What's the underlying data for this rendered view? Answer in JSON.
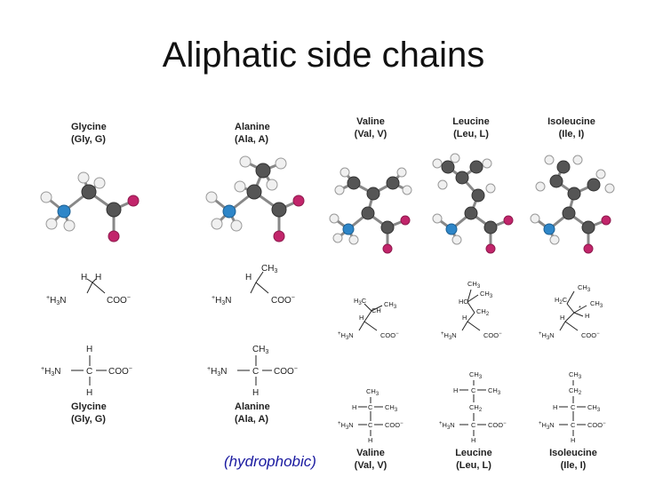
{
  "title": "Aliphatic side chains",
  "note": "(hydrophobic)",
  "amino_acids": [
    {
      "name": "Glycine",
      "abbr": "(Gly, G)"
    },
    {
      "name": "Alanine",
      "abbr": "(Ala, A)"
    },
    {
      "name": "Valine",
      "abbr": "(Val, V)"
    },
    {
      "name": "Leucine",
      "abbr": "(Leu, L)"
    },
    {
      "name": "Isoleucine",
      "abbr": "(Ile, I)"
    }
  ],
  "labels": {
    "h": "H",
    "c": "C",
    "ch": "CH",
    "ch2": "CH",
    "ch3": "CH",
    "hc": "HC",
    "h3c": "H",
    "h2c": "H",
    "n": "N",
    "coo": "COO",
    "sub2": "2",
    "sub3": "3",
    "plus": "+",
    "minus": "−",
    "star": "*"
  },
  "colors": {
    "carbon": "#555555",
    "hydrogen": "#f0f0f0",
    "nitrogen": "#2e86c8",
    "oxygen": "#c2256b",
    "note": "#1a1aa0"
  }
}
